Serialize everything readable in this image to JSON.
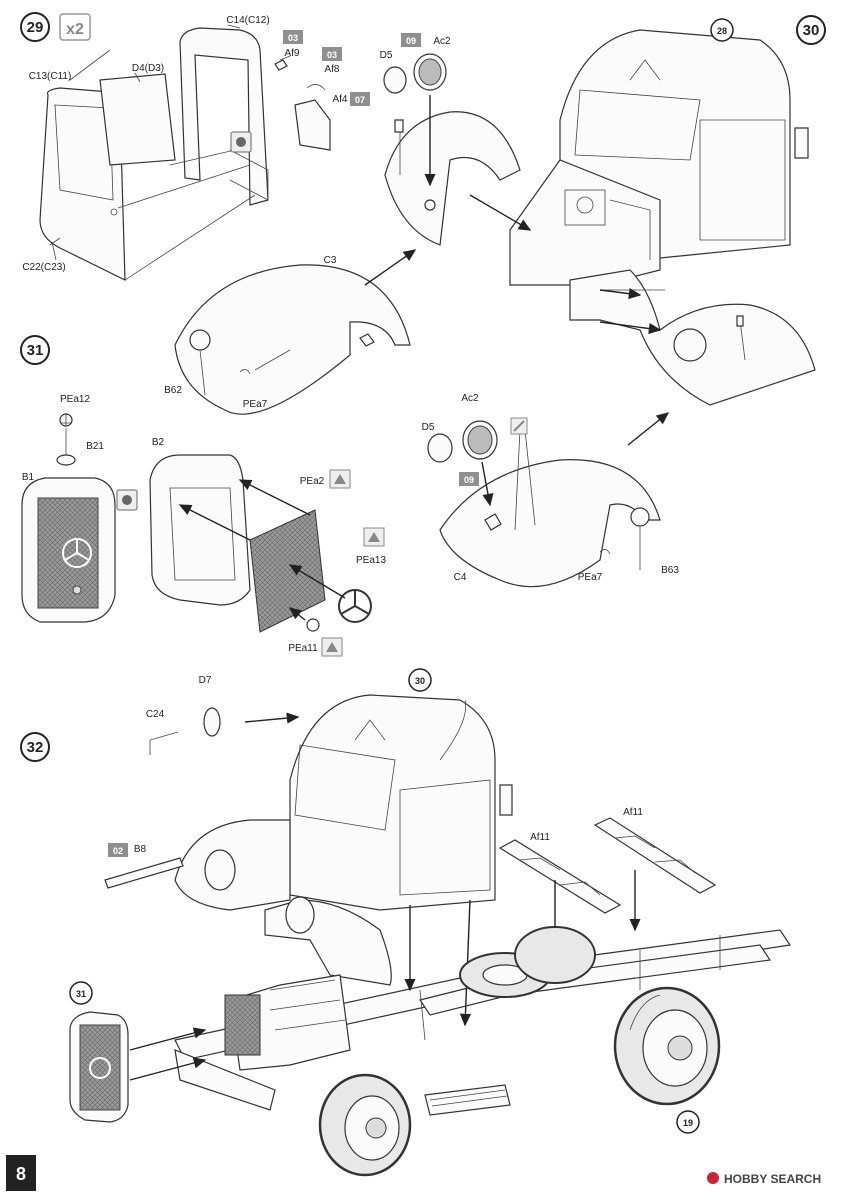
{
  "steps": {
    "s29": {
      "number": "29",
      "multiplier": "x2"
    },
    "s30": {
      "number": "30"
    },
    "s31": {
      "number": "31"
    },
    "s32": {
      "number": "32"
    }
  },
  "refs": {
    "r28": "28",
    "r30": "30",
    "r31": "31",
    "r19": "19"
  },
  "colors": {
    "chip_gray": "#8f8f8f",
    "ink": "#222222",
    "c03a": "03",
    "c03b": "03",
    "c07": "07",
    "c09a": "09",
    "c09b": "09",
    "c02": "02"
  },
  "labels": {
    "c14": "C14(C12)",
    "af9": "Af9",
    "af8": "Af8",
    "af4": "Af4",
    "d5a": "D5",
    "ac2a": "Ac2",
    "c13": "C13(C11)",
    "d4": "D4(D3)",
    "c22": "C22(C23)",
    "c3": "C3",
    "b62": "B62",
    "pea7a": "PEa7",
    "pea12": "PEa12",
    "b21": "B21",
    "b2": "B2",
    "b1": "B1",
    "pea2": "PEa2",
    "pea13": "PEa13",
    "pea11": "PEa11",
    "ac2b": "Ac2",
    "d5b": "D5",
    "c4": "C4",
    "pea7b": "PEa7",
    "b63": "B63",
    "d7": "D7",
    "c24": "C24",
    "af11a": "Af11",
    "af11b": "Af11",
    "b8": "B8"
  },
  "footer": {
    "page": "8",
    "watermark": "HOBBY SEARCH"
  }
}
